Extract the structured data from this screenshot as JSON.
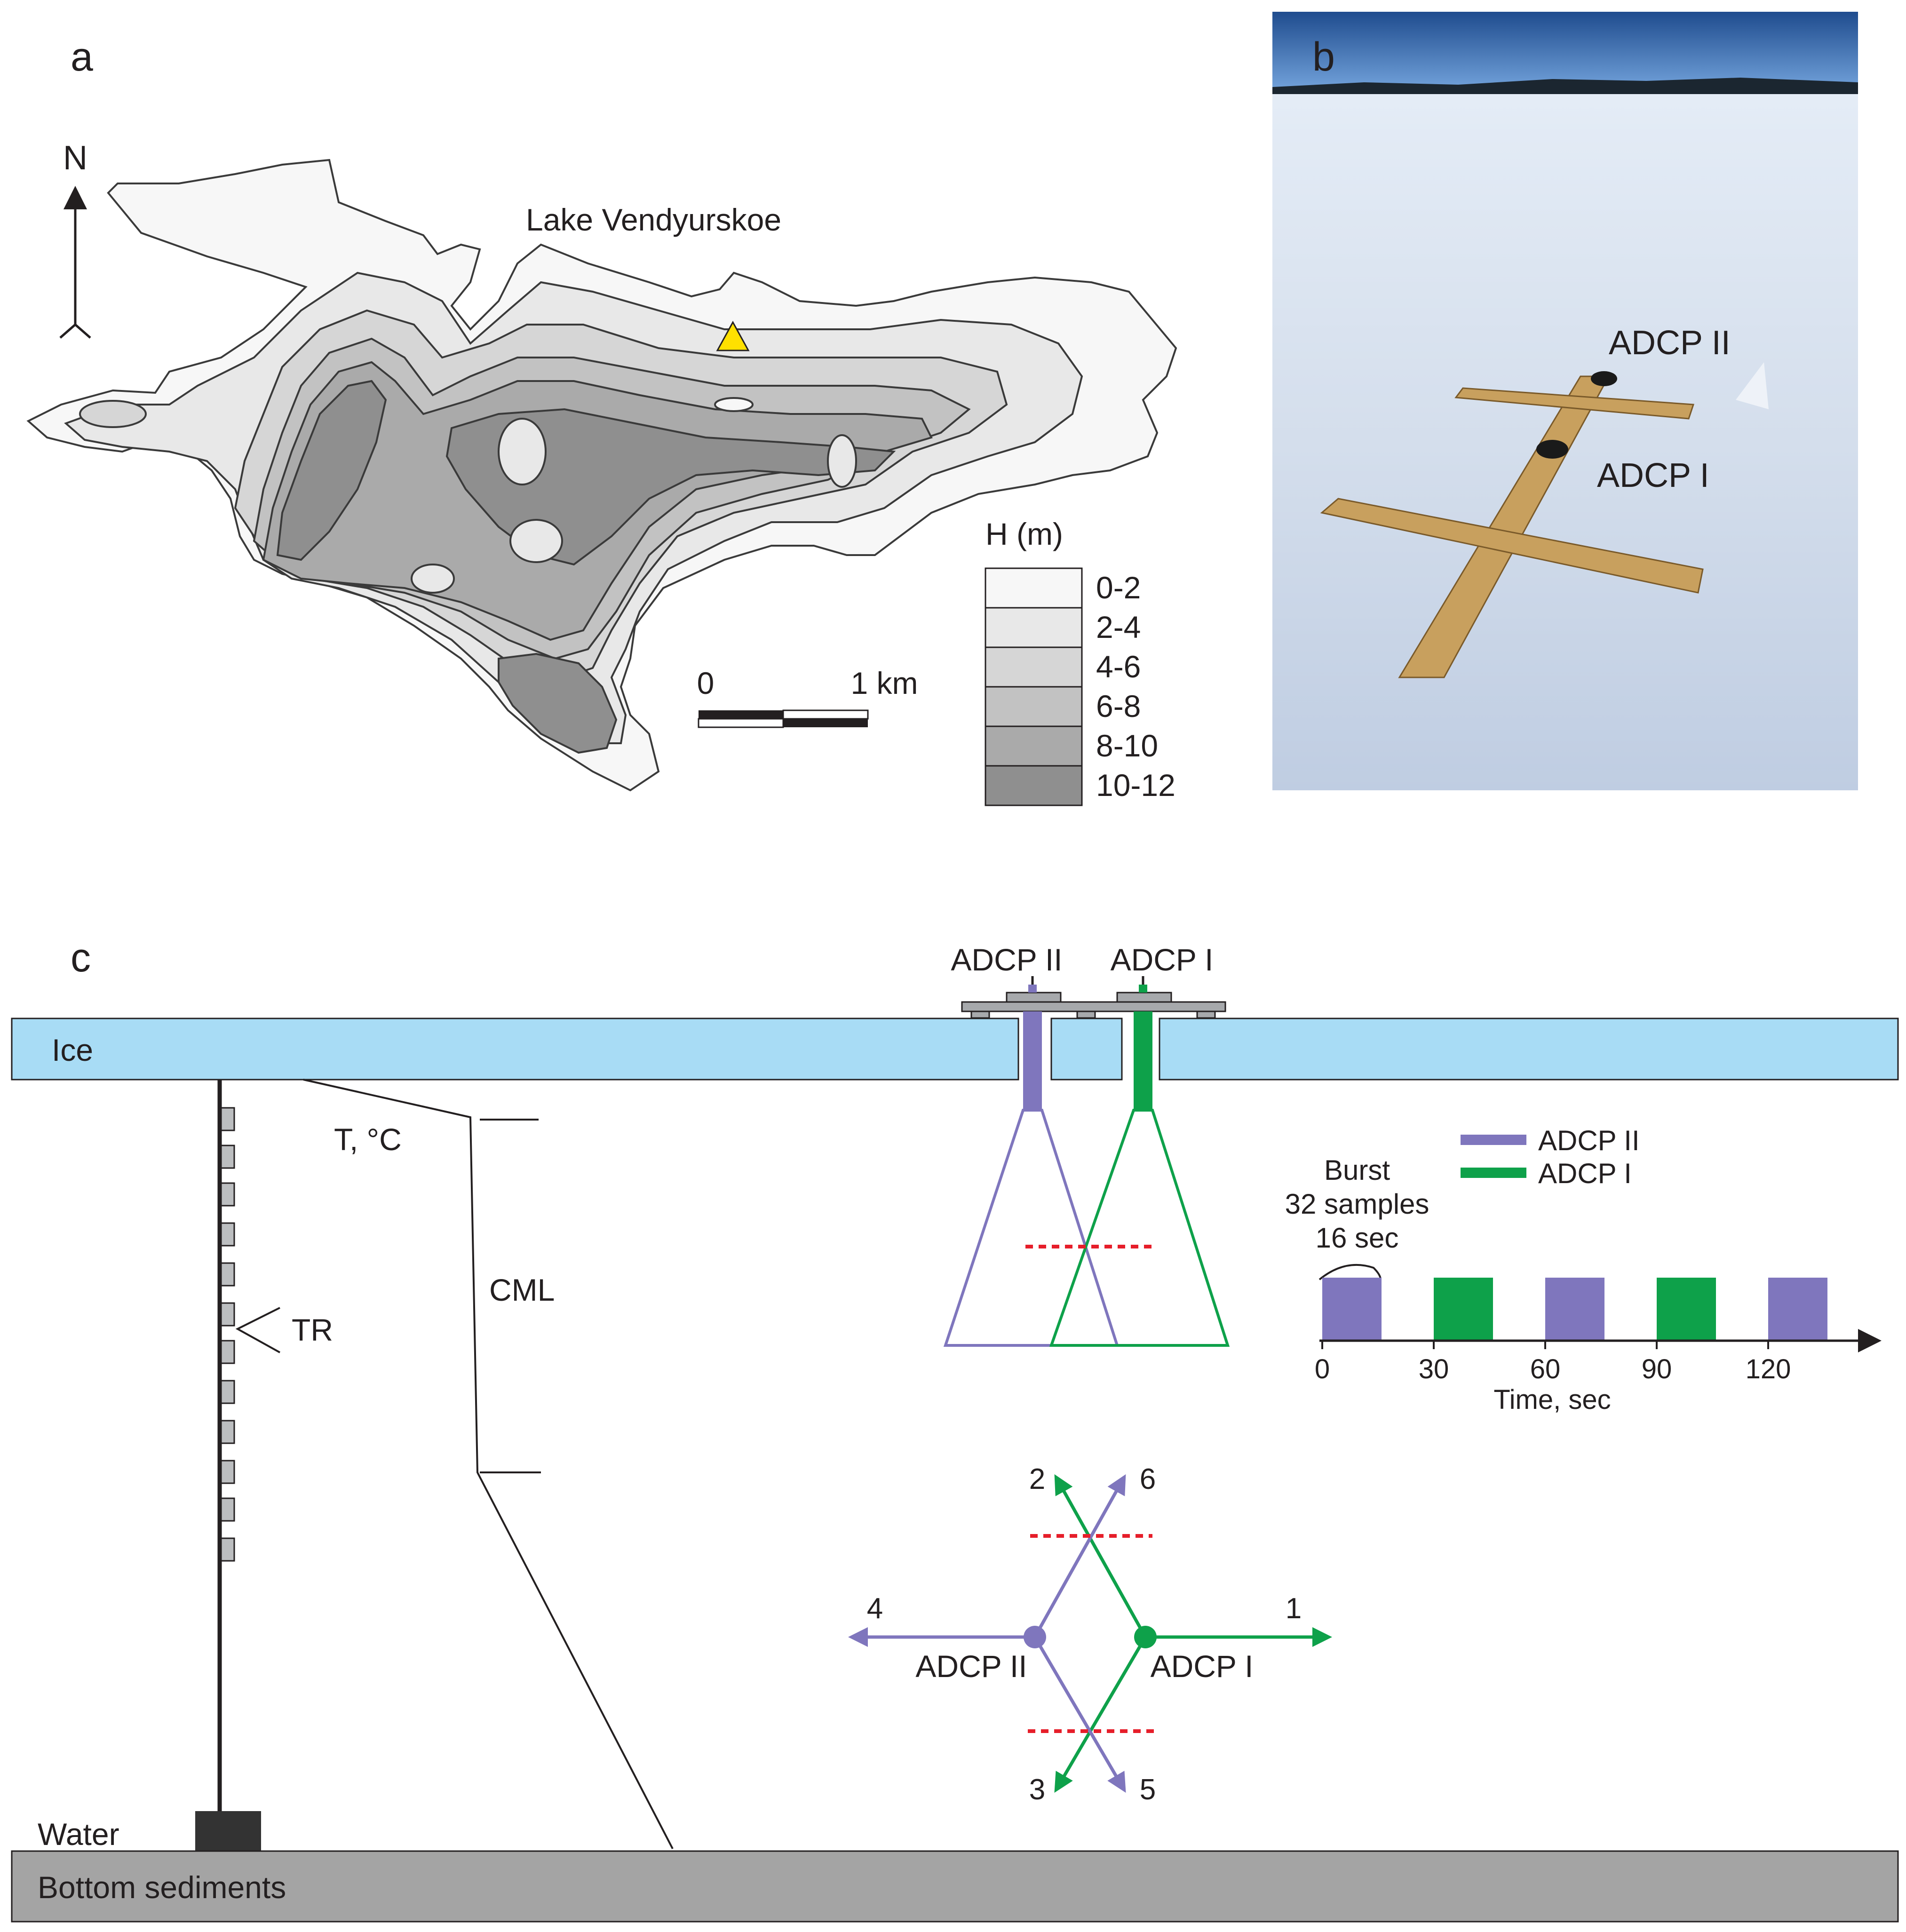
{
  "panels": {
    "a": {
      "letter": "a",
      "north_label": "N",
      "lake_name": "Lake Vendyurskoe",
      "scale_start": "0",
      "scale_end": "1 km",
      "legend_title": "H (m)",
      "legend": [
        {
          "label": "0-2",
          "color": "#f7f7f7"
        },
        {
          "label": "2-4",
          "color": "#e8e8e8"
        },
        {
          "label": "4-6",
          "color": "#d6d6d6"
        },
        {
          "label": "6-8",
          "color": "#c2c2c2"
        },
        {
          "label": "8-10",
          "color": "#aaaaaa"
        },
        {
          "label": "10-12",
          "color": "#8f8f8f"
        }
      ],
      "site_marker_color": "#ffe000"
    },
    "b": {
      "letter": "b",
      "label_adcp2": "ADCP II",
      "label_adcp1": "ADCP I"
    },
    "c": {
      "letter": "c",
      "ice_label": "Ice",
      "water_label": "Water",
      "sediment_label": "Bottom sediments",
      "temp_label": "T, °C",
      "cml_label": "CML",
      "tr_label": "TR",
      "adcp2_label": "ADCP II",
      "adcp1_label": "ADCP I",
      "legend": [
        {
          "label": "ADCP II",
          "color": "#7f76bd"
        },
        {
          "label": "ADCP I",
          "color": "#0ea14a"
        }
      ],
      "burst_lines": [
        "Burst",
        "32 samples",
        "16 sec"
      ],
      "time_axis_label": "Time, sec",
      "time_ticks": [
        "0",
        "30",
        "60",
        "90",
        "120"
      ],
      "beam_numbers": [
        "1",
        "2",
        "3",
        "4",
        "5",
        "6"
      ],
      "colors": {
        "ice": "#a8dcf5",
        "sediment": "#a4a4a4",
        "adcp2": "#7f76bd",
        "adcp1": "#0ea14a",
        "red_dash": "#e61e2a"
      }
    }
  }
}
